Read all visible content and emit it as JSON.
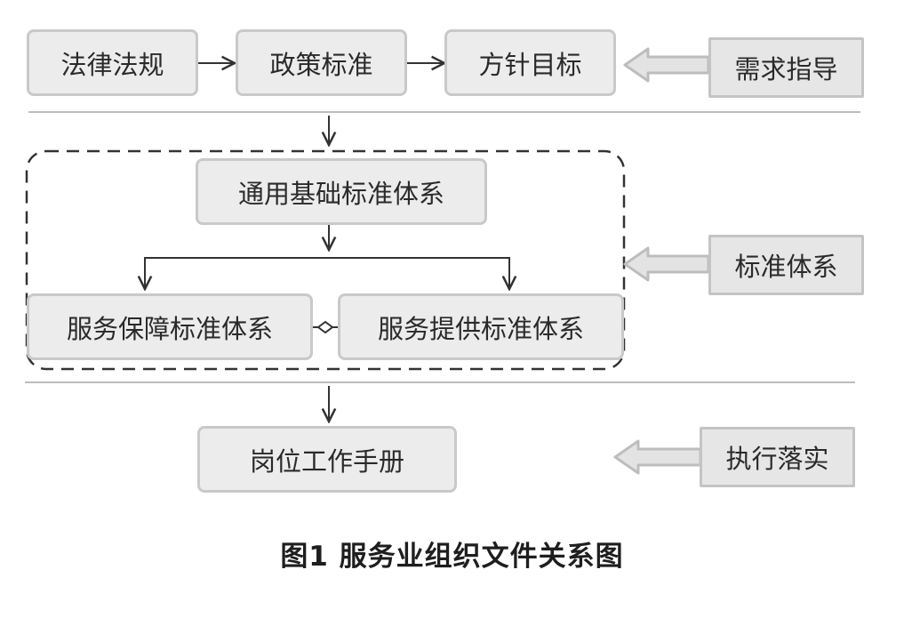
{
  "nodes": {
    "law": "法律法规",
    "policy": "政策标准",
    "goal": "方针目标",
    "general": "通用基础标准体系",
    "support": "服务保障标准体系",
    "provision": "服务提供标准体系",
    "manual": "岗位工作手册"
  },
  "sides": {
    "demand": "需求指导",
    "standard": "标准体系",
    "execute": "执行落实"
  },
  "caption": "图1  服务业组织文件关系图",
  "colors": {
    "box_fill": "#ececec",
    "box_border": "#c9c9c9",
    "side_fill": "#e6e6e6",
    "line": "#333333",
    "divider": "#bdbdbd"
  }
}
